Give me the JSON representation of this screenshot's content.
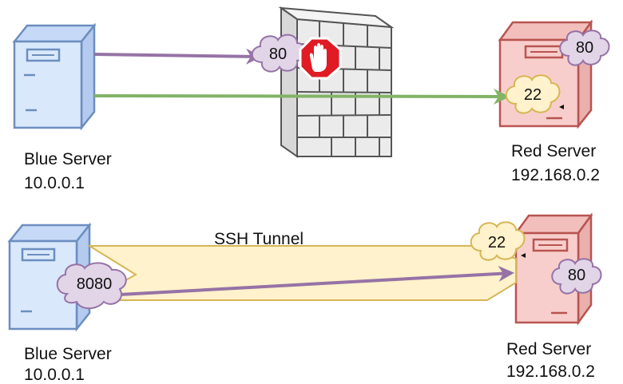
{
  "top": {
    "blue_server": {
      "name": "Blue Server",
      "ip": "10.0.0.1"
    },
    "red_server": {
      "name": "Red Server",
      "ip": "192.168.0.2"
    },
    "blocked_port": "80",
    "allowed_port": "22",
    "red_open_port": "80"
  },
  "bottom": {
    "tunnel_label": "SSH Tunnel",
    "blue_server": {
      "name": "Blue Server",
      "ip": "10.0.0.1"
    },
    "red_server": {
      "name": "Red Server",
      "ip": "192.168.0.2"
    },
    "local_port": "8080",
    "tunnel_port": "22",
    "red_open_port": "80"
  },
  "colors": {
    "blue_fill": "#dae8fc",
    "blue_stroke": "#6c8ebf",
    "red_fill": "#f8cecc",
    "red_stroke": "#b85450",
    "purple": "#9673a6",
    "purple_fill": "#e1d5e7",
    "green": "#82b366",
    "yellow_fill": "#fff2cc",
    "yellow_stroke": "#d6b656",
    "stop_red": "#e01b24"
  }
}
